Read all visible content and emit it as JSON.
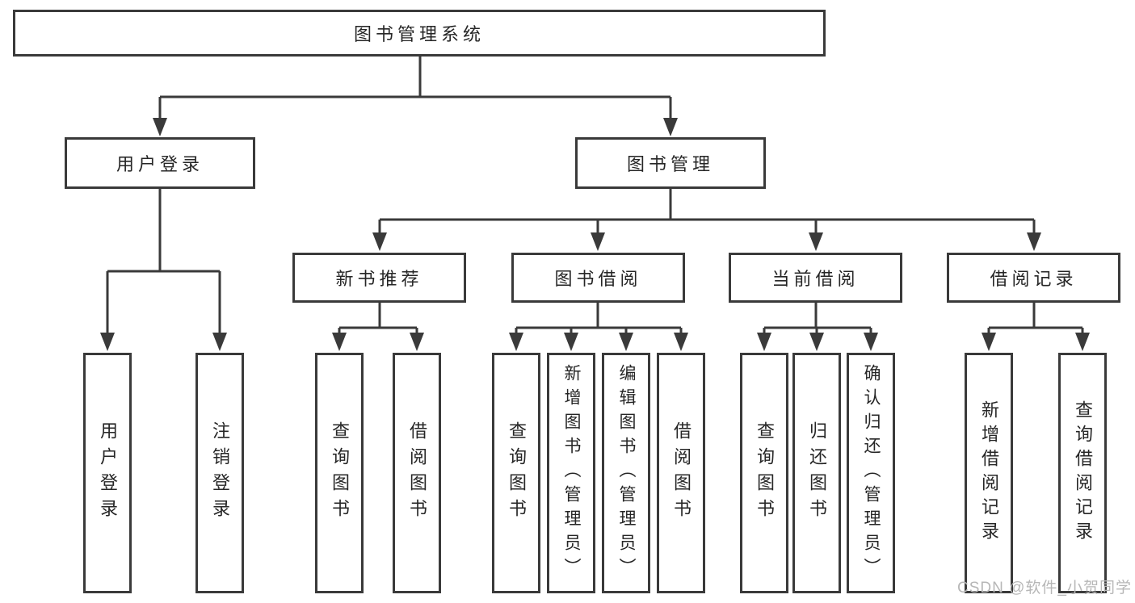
{
  "tree": {
    "root": {
      "label": "图书管理系统"
    },
    "branches": [
      {
        "label": "用户登录",
        "leaves": [
          {
            "label": "用户登录"
          },
          {
            "label": "注销登录"
          }
        ]
      },
      {
        "label": "图书管理",
        "groups": [
          {
            "label": "新书推荐",
            "leaves": [
              {
                "label": "查询图书"
              },
              {
                "label": "借阅图书"
              }
            ]
          },
          {
            "label": "图书借阅",
            "leaves": [
              {
                "label": "查询图书"
              },
              {
                "label": "新增图书（管理员）"
              },
              {
                "label": "编辑图书（管理员）"
              },
              {
                "label": "借阅图书"
              }
            ]
          },
          {
            "label": "当前借阅",
            "leaves": [
              {
                "label": "查询图书"
              },
              {
                "label": "归还图书"
              },
              {
                "label": "确认归还（管理员）"
              }
            ]
          },
          {
            "label": "借阅记录",
            "leaves": [
              {
                "label": "新增借阅记录"
              },
              {
                "label": "查询借阅记录"
              }
            ]
          }
        ]
      }
    ]
  },
  "watermark": {
    "text": "CSDN @软件_小贺同学"
  },
  "colors": {
    "line": "#3a3a3a",
    "text": "#262626",
    "watermark": "#b7b7b7",
    "background": "#ffffff"
  }
}
